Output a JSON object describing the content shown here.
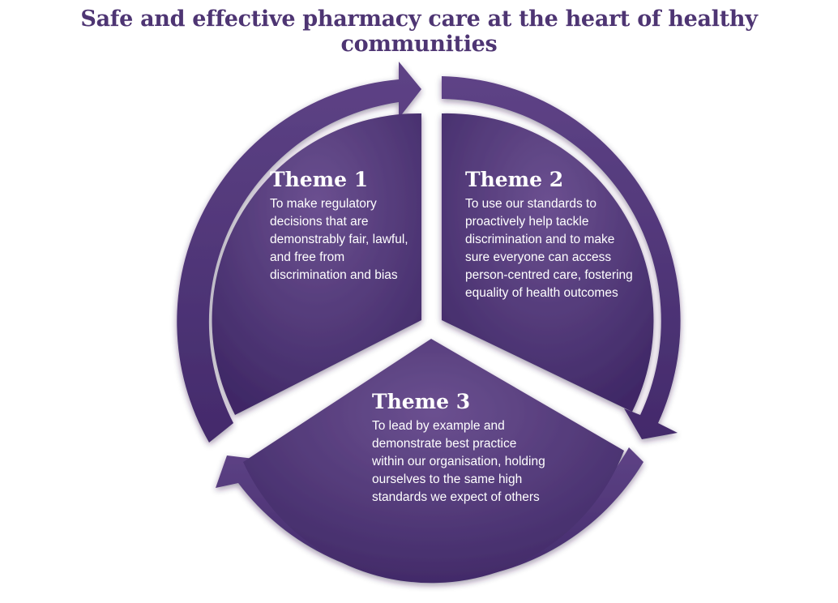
{
  "title": "Safe and effective pharmacy care at the heart of healthy communities",
  "colors": {
    "title": "#4e3573",
    "segment_light": "#6b5090",
    "segment_dark": "#3f2866",
    "ring": "#553b7c",
    "text": "#ffffff"
  },
  "themes": [
    {
      "heading": "Theme 1",
      "body": "To make regulatory decisions that are demonstrably fair, lawful, and free from discrimination and bias"
    },
    {
      "heading": "Theme 2",
      "body": "To use our standards to proactively help tackle discrimination and to make sure everyone can access person-centred care, fostering equality of health outcomes"
    },
    {
      "heading": "Theme 3",
      "body": "To lead by example and demonstrate best practice within our organisation, holding ourselves to the same high standards we expect of others"
    }
  ]
}
